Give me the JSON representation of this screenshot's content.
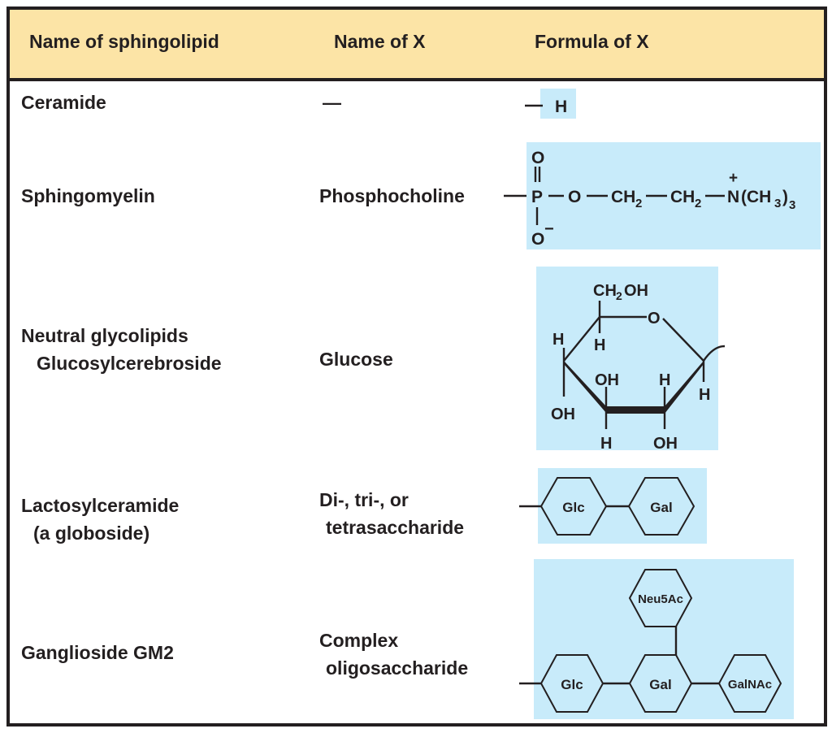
{
  "table": {
    "headers": [
      "Name of sphingolipid",
      "Name of X",
      "Formula of X"
    ],
    "rows": [
      {
        "sphingolipid": [
          "Ceramide"
        ],
        "x_name": [
          "—"
        ],
        "formula": {
          "type": "hydrogen",
          "text": "H",
          "dash": "—"
        }
      },
      {
        "sphingolipid": [
          "Sphingomyelin"
        ],
        "x_name": [
          "Phosphocholine"
        ],
        "formula": {
          "type": "phosphocholine",
          "P": "P",
          "O_top": "O",
          "O_bottom": "O",
          "O_link": "O",
          "CH2": "CH",
          "sub2": "2",
          "N": "N",
          "plus": "+",
          "minus": "−",
          "NMe3": "(CH",
          "sub3": "3",
          "close": ")",
          "sub3b": "3"
        }
      },
      {
        "sphingolipid": [
          "Neutral glycolipids",
          "Glucosylcerebroside"
        ],
        "x_name": [
          "Glucose"
        ],
        "formula": {
          "type": "glucose",
          "CH2OH_a": "CH",
          "CH2OH_sub": "2",
          "CH2OH_b": "OH",
          "ring_O": "O",
          "H": "H",
          "OH": "OH"
        }
      },
      {
        "sphingolipid": [
          "Lactosylceramide",
          "(a globoside)"
        ],
        "x_name": [
          "Di-, tri-, or",
          "tetrasaccharide"
        ],
        "formula": {
          "type": "disaccharide",
          "sugars": [
            "Glc",
            "Gal"
          ]
        }
      },
      {
        "sphingolipid": [
          "Ganglioside GM2"
        ],
        "x_name": [
          "Complex",
          "oligosaccharide"
        ],
        "formula": {
          "type": "oligosaccharide",
          "chain": [
            "Glc",
            "Gal",
            "GalNAc"
          ],
          "branch": "Neu5Ac"
        }
      }
    ]
  },
  "colors": {
    "header_bg": "#fce4a6",
    "formula_bg": "#c8ebfa",
    "ink": "#231f20"
  }
}
